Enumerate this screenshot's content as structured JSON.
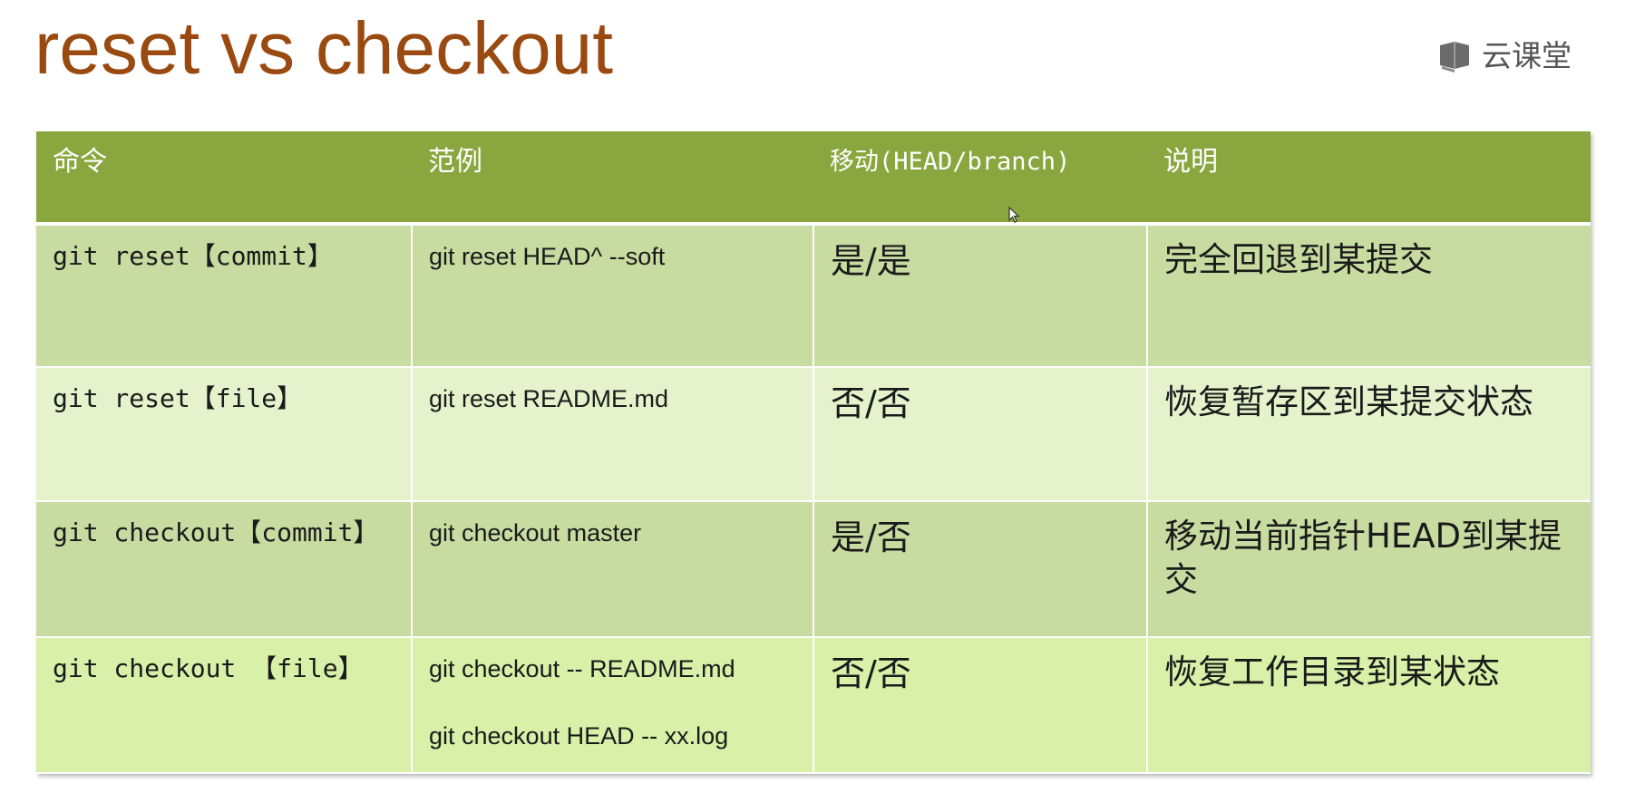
{
  "slide": {
    "title": "reset vs checkout",
    "logo_text": "云课堂",
    "logo_icon": "book-icon"
  },
  "table": {
    "headers": [
      "命令",
      "范例",
      "移动(HEAD/branch)",
      "说明"
    ],
    "rows": [
      {
        "command": "git reset【commit】",
        "examples": [
          "git reset HEAD^ --soft"
        ],
        "move": "是/是",
        "description": "完全回退到某提交"
      },
      {
        "command": "git reset【file】",
        "examples": [
          "git reset README.md"
        ],
        "move": "否/否",
        "description": "恢复暂存区到某提交状态"
      },
      {
        "command": "git checkout【commit】",
        "examples": [
          "git checkout master"
        ],
        "move": "是/否",
        "description": "移动当前指针HEAD到某提交"
      },
      {
        "command": "git checkout 【file】",
        "examples": [
          "git checkout -- README.md",
          "git checkout HEAD -- xx.log"
        ],
        "move": "否/否",
        "description": "恢复工作目录到某状态"
      }
    ]
  },
  "colors": {
    "title": "#9a4a10",
    "header_bg": "#8aa63e",
    "row_dark": "#c8dba0",
    "row_light": "#e5f2cc",
    "row_last": "#d8f0a8"
  }
}
